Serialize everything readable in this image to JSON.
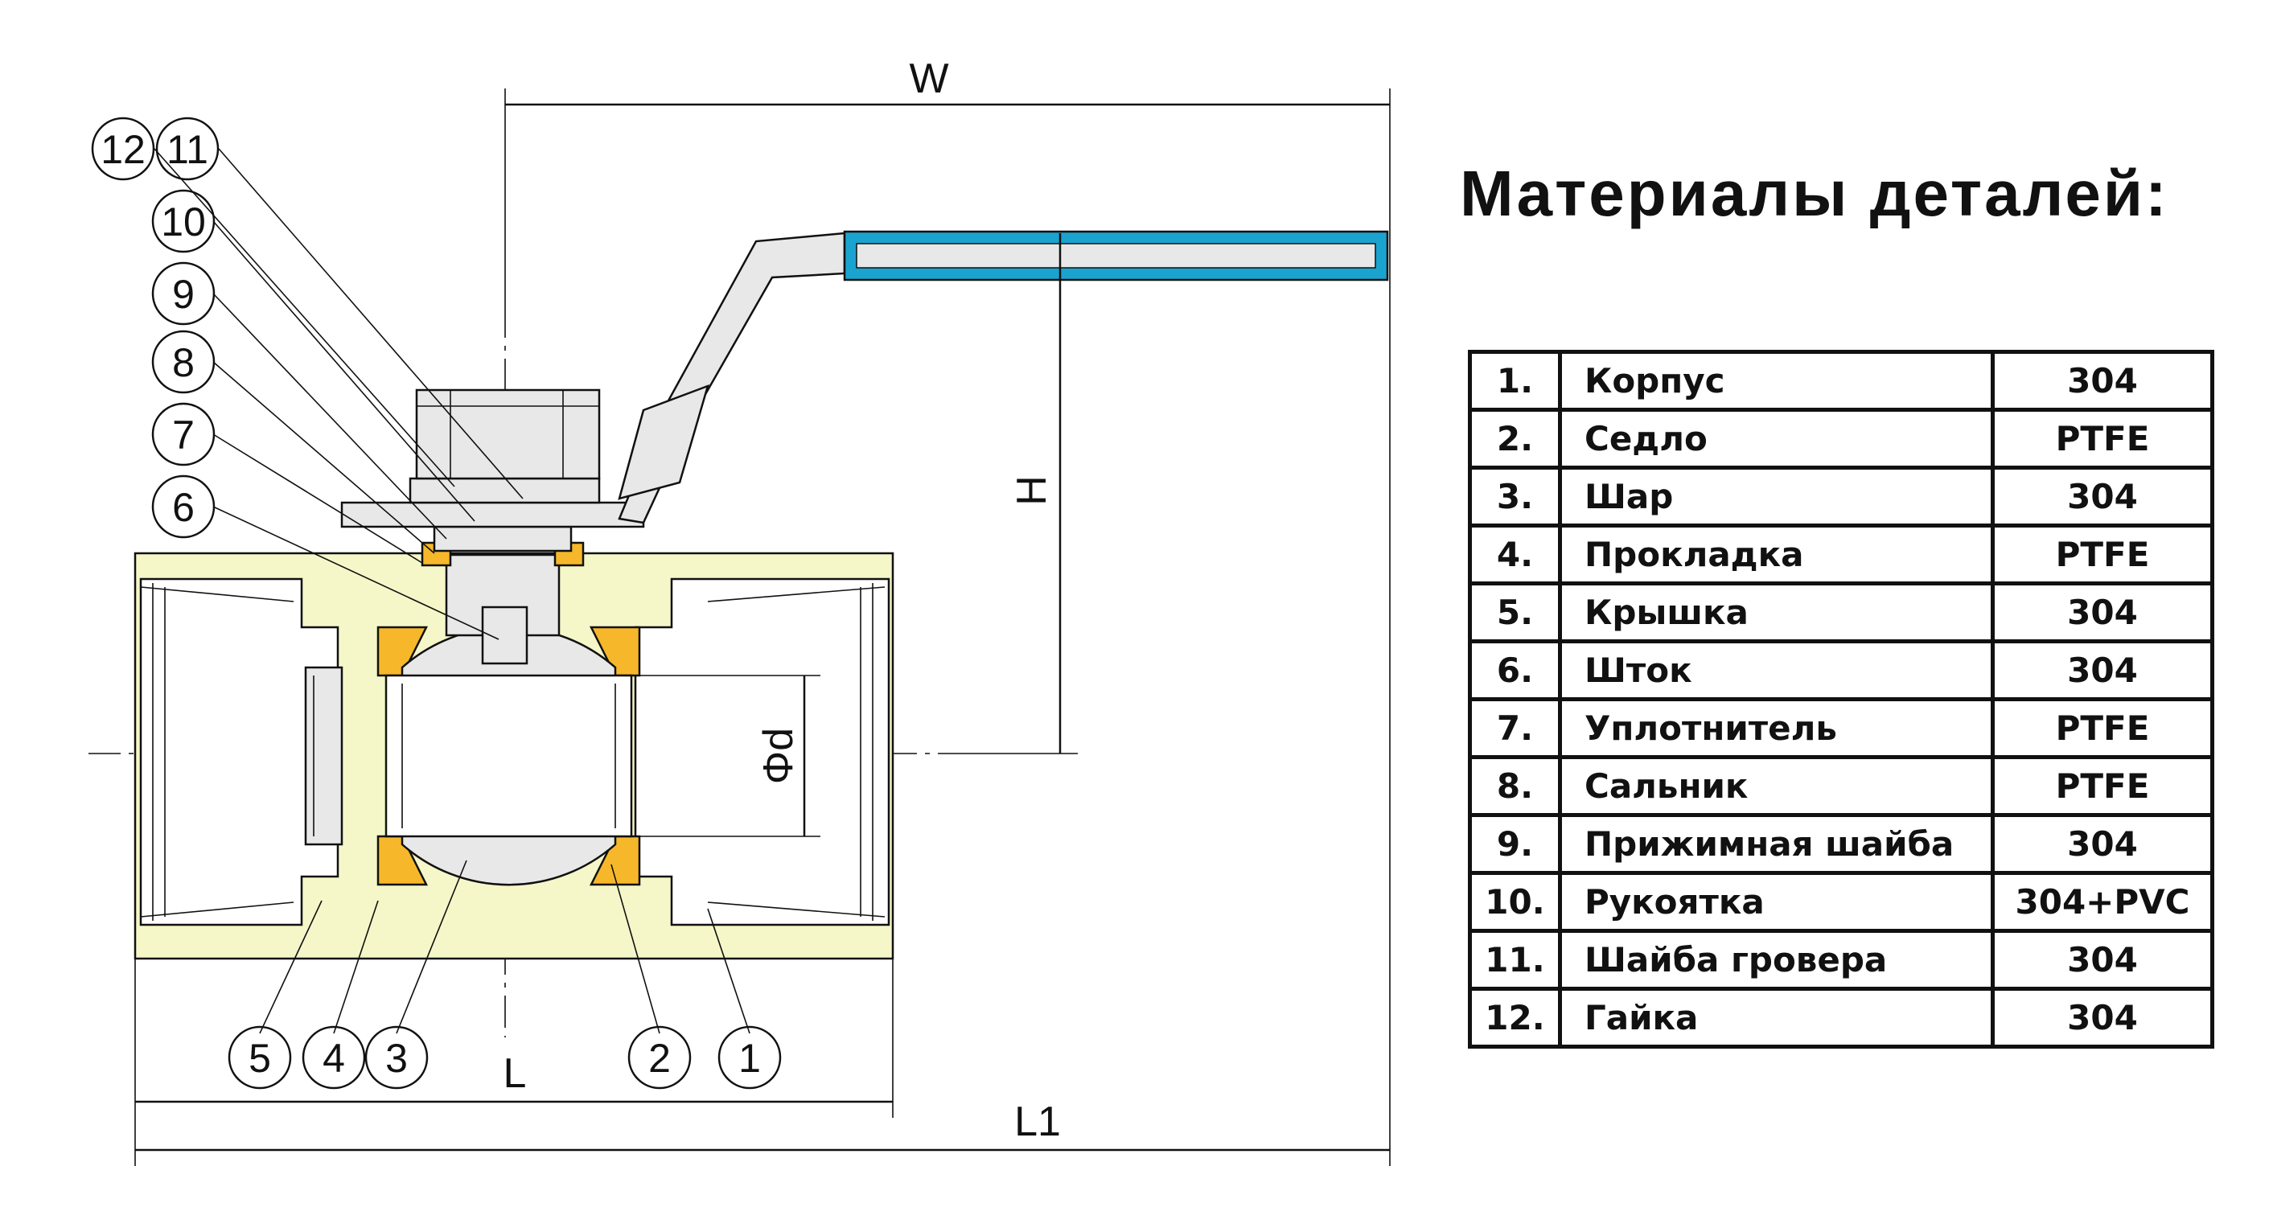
{
  "title": "Материалы деталей:",
  "dimensions": {
    "W": "W",
    "H": "H",
    "phi_d": "Φd",
    "L": "L",
    "L1": "L1"
  },
  "callouts": [
    "12",
    "11",
    "10",
    "9",
    "8",
    "7",
    "6",
    "5",
    "4",
    "3",
    "2",
    "1"
  ],
  "parts": [
    {
      "num": "1.",
      "name": "Корпус",
      "material": "304"
    },
    {
      "num": "2.",
      "name": "Седло",
      "material": "PTFE"
    },
    {
      "num": "3.",
      "name": "Шар",
      "material": "304"
    },
    {
      "num": "4.",
      "name": "Прокладка",
      "material": "PTFE"
    },
    {
      "num": "5.",
      "name": "Крышка",
      "material": "304"
    },
    {
      "num": "6.",
      "name": "Шток",
      "material": "304"
    },
    {
      "num": "7.",
      "name": "Уплотнитель",
      "material": "PTFE"
    },
    {
      "num": "8.",
      "name": "Сальник",
      "material": "PTFE"
    },
    {
      "num": "9.",
      "name": "Прижимная шайба",
      "material": "304"
    },
    {
      "num": "10.",
      "name": "Рукоятка",
      "material": "304+PVC"
    },
    {
      "num": "11.",
      "name": "Шайба гровера",
      "material": "304"
    },
    {
      "num": "12.",
      "name": "Гайка",
      "material": "304"
    }
  ],
  "colors": {
    "body": "#F5F7C9",
    "seal": "#F6B82A",
    "handle_grip": "#1BA3CF",
    "steel": "#E8E8E8"
  }
}
